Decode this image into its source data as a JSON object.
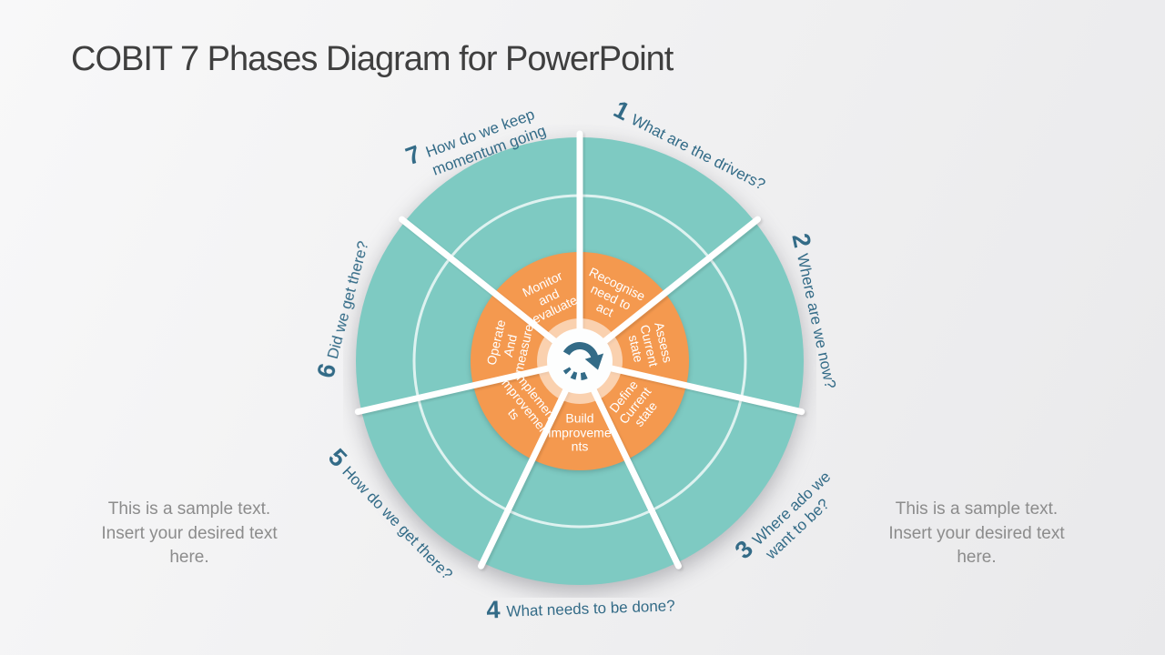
{
  "title": "COBIT 7 Phases Diagram for PowerPoint",
  "side_notes": {
    "left": "This is a sample text.\nInsert your desired text\nhere.",
    "right": "This is a sample text.\nInsert your desired text\nhere."
  },
  "phases": [
    {
      "number": "1",
      "question": "What are the drivers?"
    },
    {
      "number": "2",
      "question": "Where are we now?"
    },
    {
      "number": "3",
      "question": "Where ado we\nwant to be?"
    },
    {
      "number": "4",
      "question": "What needs to be done?"
    },
    {
      "number": "5",
      "question": "How do we get there?"
    },
    {
      "number": "6",
      "question": "Did we get there?"
    },
    {
      "number": "7",
      "question": "How do we keep\nmomentum going"
    }
  ],
  "wheel": {
    "segments": [
      "Recognise\nneed to\nact",
      "Assess\nCurrent\nstate",
      "Define\nCurrent\nstate",
      "Build\nimproveme\nnts",
      "Implement\nImprovemen\nts",
      "Operate\nAnd\nmeasure",
      "Monitor\nand\nevaluate"
    ],
    "center_icon": "circular-arrow-icon",
    "colors": {
      "teal": "#7ecac2",
      "orange": "#f4994f",
      "label_blue": "#336b87",
      "title_gray": "#3f3f3f",
      "note_gray": "#8c8c8c"
    }
  }
}
